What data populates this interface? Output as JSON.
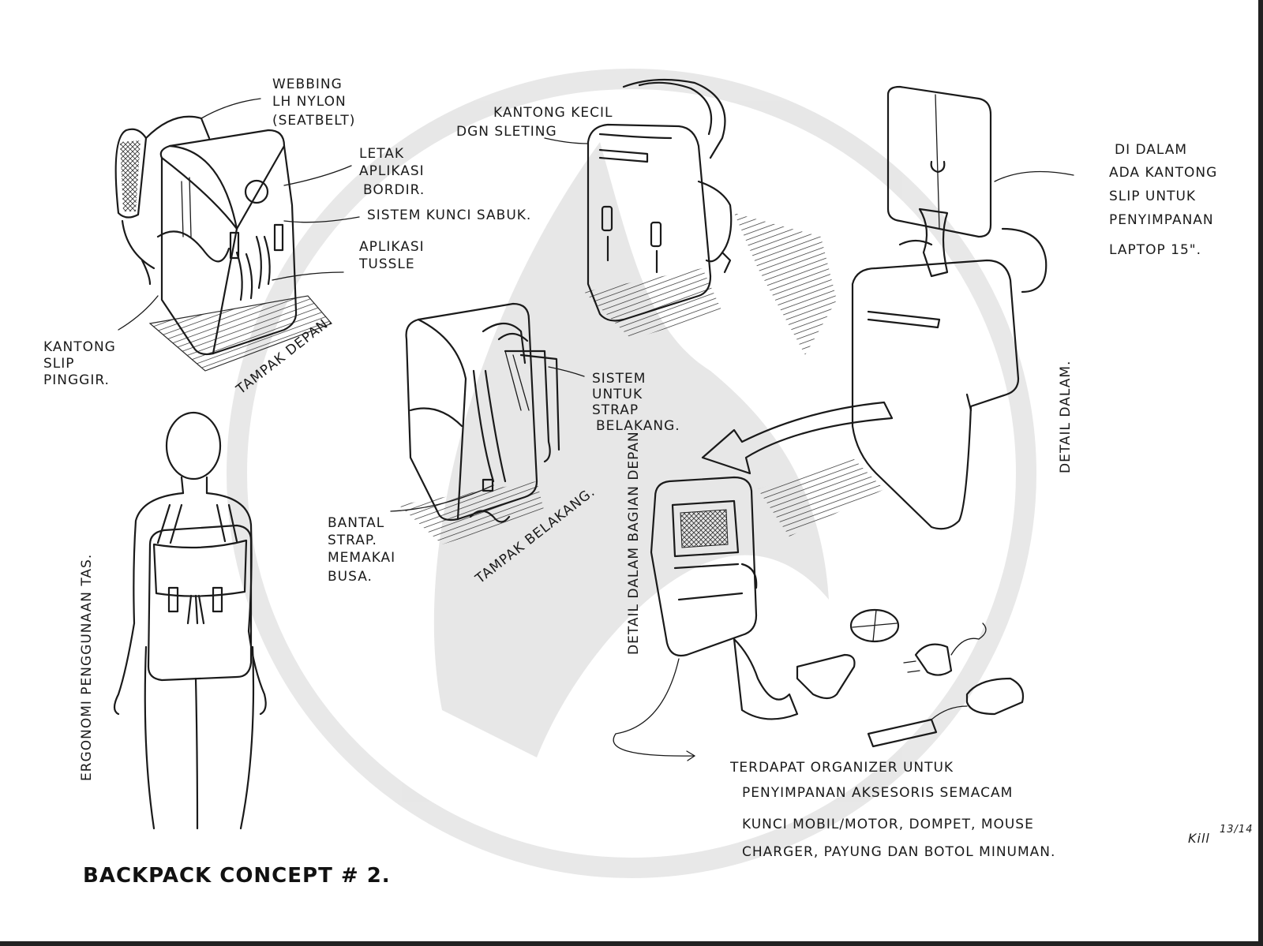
{
  "annotations": {
    "webbing_1": "WEBBING",
    "webbing_2": "LH NYLON",
    "webbing_3": "(SEATBELT)",
    "bordir_1": "LETAK",
    "bordir_2": "APLIKASI",
    "bordir_3": "BORDIR.",
    "sabuk": "SISTEM KUNCI SABUK.",
    "tussle_1": "APLIKASI",
    "tussle_2": "TUSSLE",
    "slip_1": "KANTONG",
    "slip_2": "SLIP",
    "slip_3": "PINGGIR.",
    "kecil_1": "KANTONG KECIL",
    "kecil_2": "DGN SLETING",
    "strap_1": "SISTEM",
    "strap_2": "UNTUK",
    "strap_3": "STRAP",
    "strap_4": "BELAKANG.",
    "bantal_1": "BANTAL",
    "bantal_2": "STRAP.",
    "bantal_3": "MEMAKAI",
    "bantal_4": "BUSA.",
    "laptop_1": "DI DALAM",
    "laptop_2": "ADA KANTONG",
    "laptop_3": "SLIP UNTUK",
    "laptop_4": "PENYIMPANAN",
    "laptop_5": "LAPTOP 15\".",
    "organizer_1": "TERDAPAT ORGANIZER UNTUK",
    "organizer_2": "PENYIMPANAN AKSESORIS SEMACAM",
    "organizer_3": "KUNCI MOBIL/MOTOR, DOMPET, MOUSE",
    "organizer_4": "CHARGER, PAYUNG DAN BOTOL MINUMAN."
  },
  "views": {
    "front": "TAMPAK DEPAN.",
    "back": "TAMPAK BELAKANG.",
    "inside": "DETAIL DALAM.",
    "inside_front": "DETAIL DALAM BAGIAN DEPAN",
    "ergonomics": "ERGONOMI PENGGUNAAN TAS."
  },
  "title": "BACKPACK CONCEPT # 2.",
  "signature": {
    "name": "Kill",
    "date": "13/14"
  }
}
